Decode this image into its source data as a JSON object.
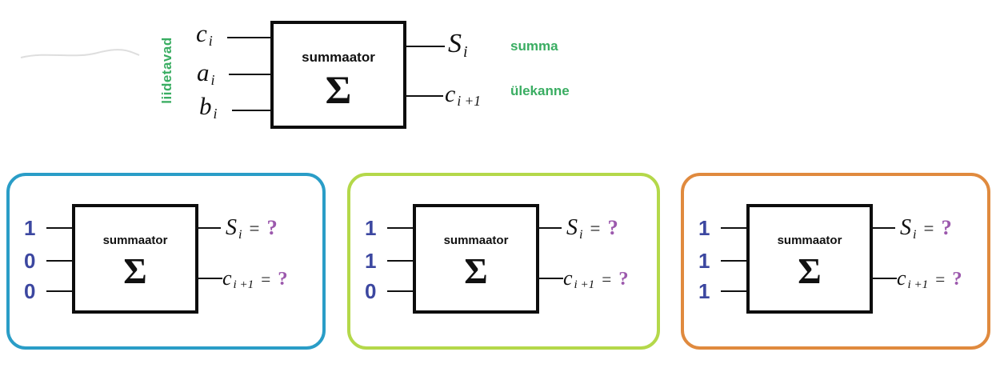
{
  "colors": {
    "annotation_green": "#3aad62",
    "digit_blue": "#3c47a0",
    "question_purple": "#9c59ad",
    "panel1_border": "#2a9dc7",
    "panel2_border": "#b4d84a",
    "panel3_border": "#e08a3e"
  },
  "top_diagram": {
    "side_label": "liidetavad",
    "box_title": "summaator",
    "box_symbol": "Σ",
    "inputs": [
      {
        "base": "c",
        "sub": "i"
      },
      {
        "base": "a",
        "sub": "i"
      },
      {
        "base": "b",
        "sub": "i"
      }
    ],
    "outputs": [
      {
        "base": "S",
        "sub": "i",
        "annotation": "summa"
      },
      {
        "base": "c",
        "sub": "i +1",
        "annotation": "ülekanne"
      }
    ]
  },
  "panels": [
    {
      "border_color": "#2a9dc7",
      "box_title": "summaator",
      "box_symbol": "Σ",
      "inputs": [
        "1",
        "0",
        "0"
      ],
      "outputs": [
        {
          "base": "S",
          "sub": "i",
          "equals": "=",
          "value": "?"
        },
        {
          "base": "c",
          "sub": "i +1",
          "equals": "=",
          "value": "?"
        }
      ]
    },
    {
      "border_color": "#b4d84a",
      "box_title": "summaator",
      "box_symbol": "Σ",
      "inputs": [
        "1",
        "1",
        "0"
      ],
      "outputs": [
        {
          "base": "S",
          "sub": "i",
          "equals": "=",
          "value": "?"
        },
        {
          "base": "c",
          "sub": "i +1",
          "equals": "=",
          "value": "?"
        }
      ]
    },
    {
      "border_color": "#e08a3e",
      "box_title": "summaator",
      "box_symbol": "Σ",
      "inputs": [
        "1",
        "1",
        "1"
      ],
      "outputs": [
        {
          "base": "S",
          "sub": "i",
          "equals": "=",
          "value": "?"
        },
        {
          "base": "c",
          "sub": "i +1",
          "equals": "=",
          "value": "?"
        }
      ]
    }
  ]
}
